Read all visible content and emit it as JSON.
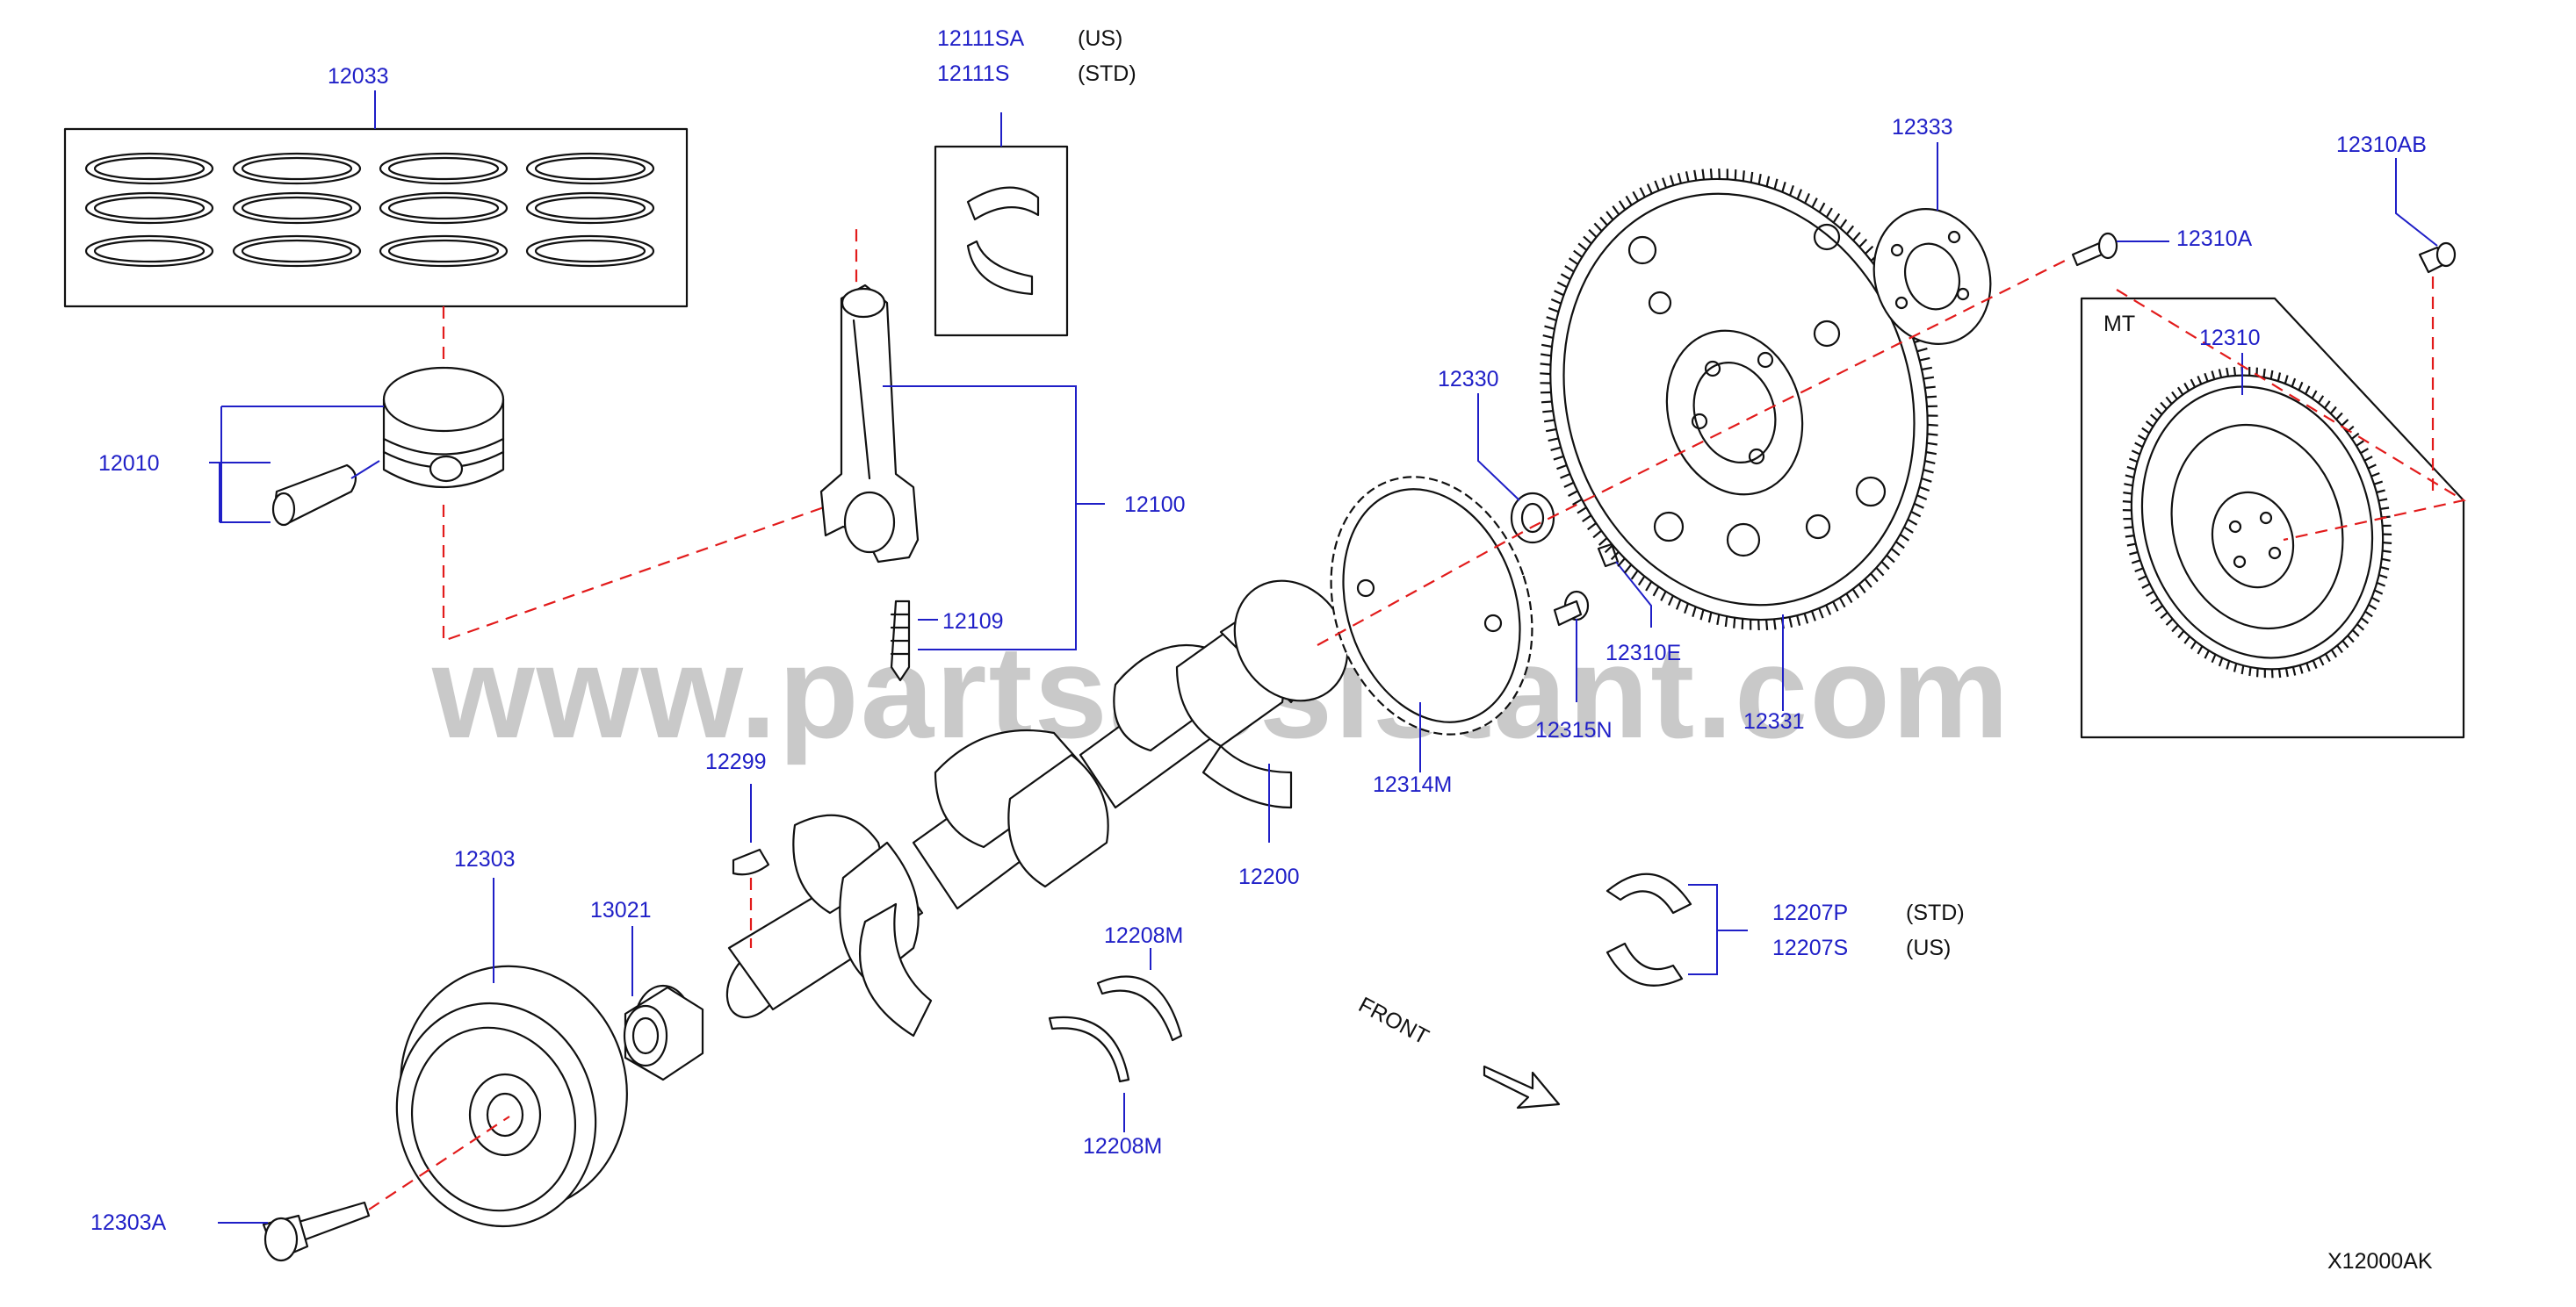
{
  "watermark": "www.partsassistant.com",
  "diagram_code": "X12000AK",
  "front_label": "FRONT",
  "mt_label": "MT",
  "parts": {
    "p12033": "12033",
    "p12010": "12010",
    "p12111SA": "12111SA",
    "p12111SA_note": "(US)",
    "p12111S": "12111S",
    "p12111S_note": "(STD)",
    "p12100": "12100",
    "p12109": "12109",
    "p12333": "12333",
    "p12310AB": "12310AB",
    "p12310A": "12310A",
    "p12310": "12310",
    "p12330": "12330",
    "p12310E": "12310E",
    "p12315N": "12315N",
    "p12331": "12331",
    "p12314M": "12314M",
    "p12299": "12299",
    "p12200": "12200",
    "p12303": "12303",
    "p13021": "13021",
    "p12208M_top": "12208M",
    "p12208M_bottom": "12208M",
    "p12207P": "12207P",
    "p12207P_note": "(STD)",
    "p12207S": "12207S",
    "p12207S_note": "(US)",
    "p12303A": "12303A"
  }
}
